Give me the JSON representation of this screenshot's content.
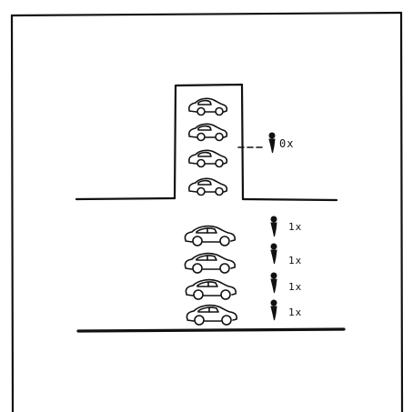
{
  "diagram": {
    "garage_people_count": "0x",
    "street_people_counts": [
      "1x",
      "1x",
      "1x",
      "1x"
    ],
    "garage_cars": 4,
    "street_cars": 4
  }
}
